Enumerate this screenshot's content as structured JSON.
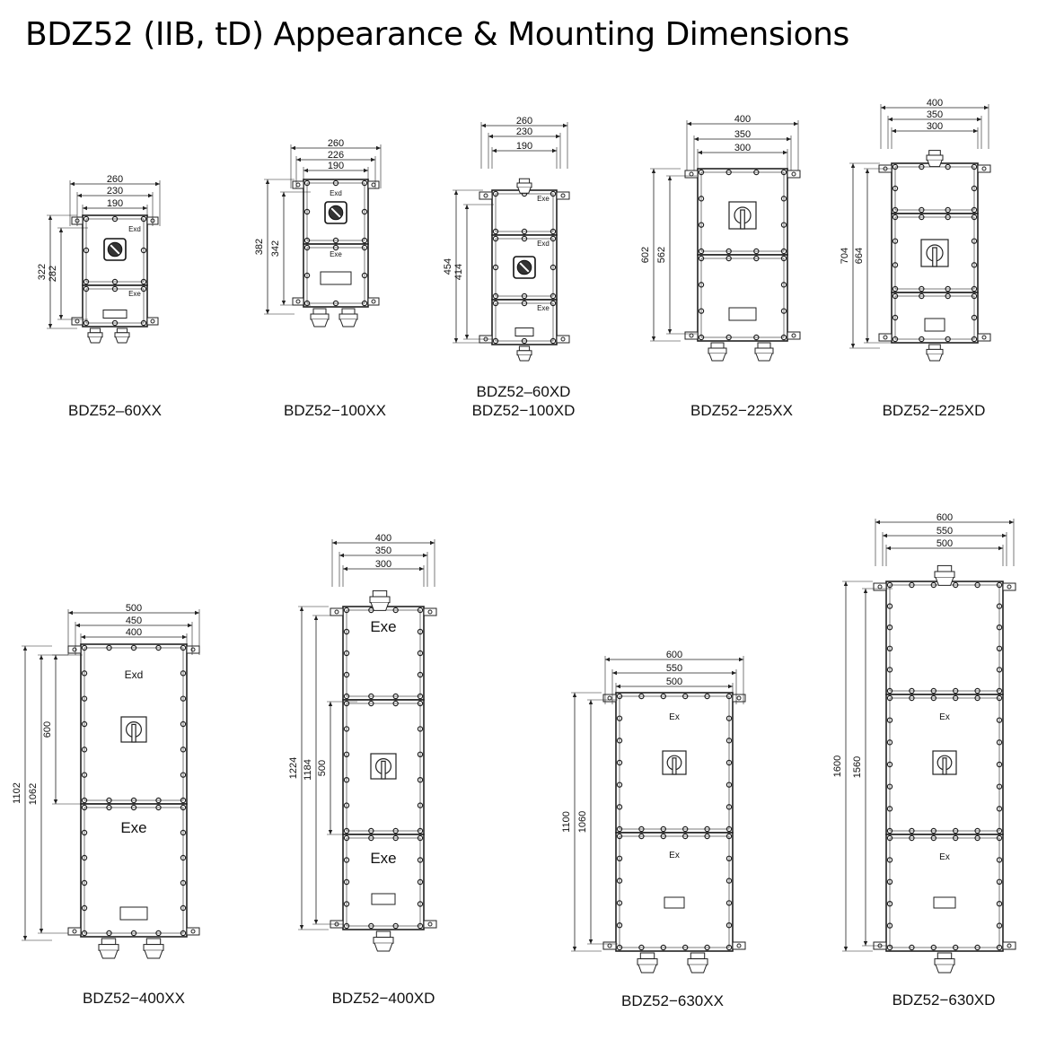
{
  "title": "BDZ52 (IIB,  tD) Appearance & Mounting Dimensions",
  "units": [
    {
      "id": "u1",
      "caption": "BDZ52–60XX",
      "widths": [
        "260",
        "230",
        "190"
      ],
      "heights": [
        "322",
        "282"
      ],
      "compartments": [
        "Exd",
        "Exe"
      ]
    },
    {
      "id": "u2",
      "caption": "BDZ52−100XX",
      "widths": [
        "260",
        "226",
        "190"
      ],
      "heights": [
        "382",
        "342"
      ],
      "compartments": [
        "Exd",
        "Exe"
      ]
    },
    {
      "id": "u3",
      "caption_lines": [
        "BDZ52–60XD",
        "BDZ52−100XD"
      ],
      "widths": [
        "260",
        "230",
        "190"
      ],
      "heights": [
        "454",
        "414"
      ],
      "compartments": [
        "Exe",
        "Exd",
        "Exe"
      ]
    },
    {
      "id": "u4",
      "caption": "BDZ52−225XX",
      "widths": [
        "400",
        "350",
        "300"
      ],
      "heights": [
        "602",
        "562"
      ],
      "compartments": []
    },
    {
      "id": "u5",
      "caption": "BDZ52−225XD",
      "widths": [
        "400",
        "350",
        "300"
      ],
      "heights": [
        "704",
        "664"
      ],
      "compartments": []
    },
    {
      "id": "u6",
      "caption": "BDZ52−400XX",
      "widths": [
        "500",
        "450",
        "400"
      ],
      "heights": [
        "1102",
        "1062",
        "600"
      ],
      "compartments": [
        "Exd",
        "Exe"
      ]
    },
    {
      "id": "u7",
      "caption": "BDZ52−400XD",
      "widths": [
        "400",
        "350",
        "300"
      ],
      "heights": [
        "1224",
        "1184",
        "500"
      ],
      "compartments": [
        "Exe",
        "Exe"
      ]
    },
    {
      "id": "u8",
      "caption": "BDZ52−630XX",
      "widths": [
        "600",
        "550",
        "500"
      ],
      "heights": [
        "1100",
        "1060"
      ],
      "compartments": [
        "Ex",
        "Ex"
      ]
    },
    {
      "id": "u9",
      "caption": "BDZ52−630XD",
      "widths": [
        "600",
        "550",
        "500"
      ],
      "heights": [
        "1600",
        "1560"
      ],
      "compartments": [
        "Ex",
        "Ex"
      ]
    }
  ]
}
